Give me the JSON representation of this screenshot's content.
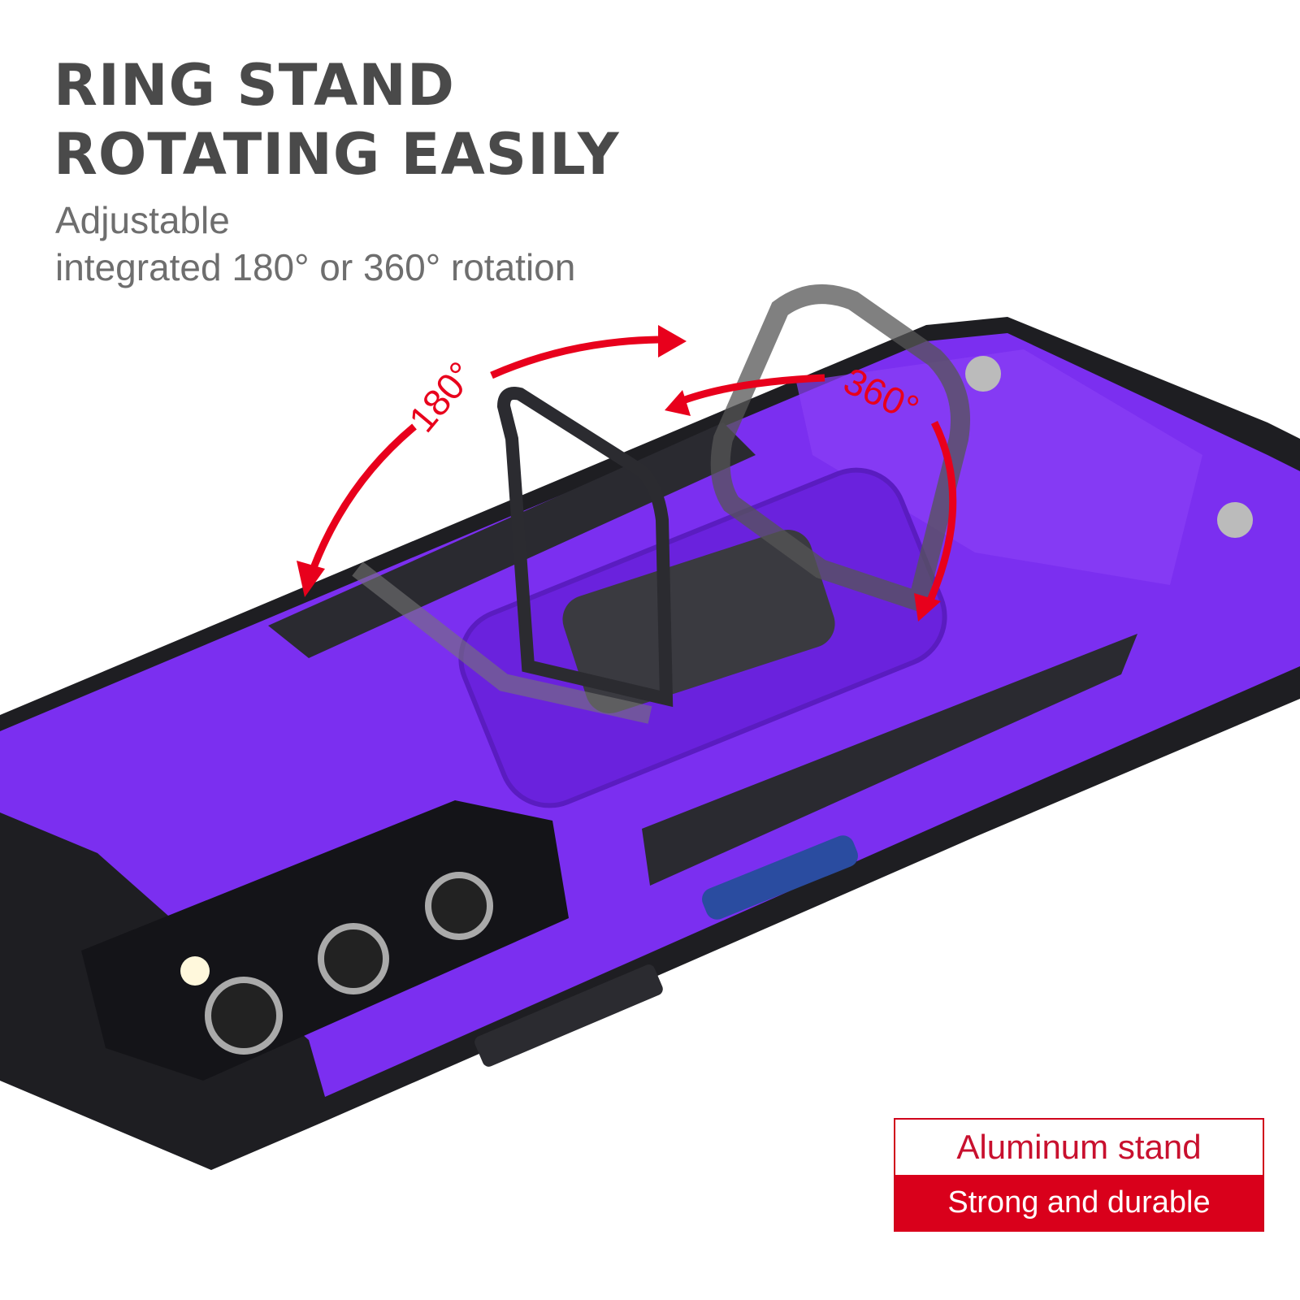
{
  "heading": {
    "line1": "RING STAND",
    "line2": "ROTATING EASILY"
  },
  "subtitle": {
    "line1": "Adjustable",
    "line2": "integrated 180° or 360° rotation"
  },
  "annotations": {
    "angle_a": "180°",
    "angle_b": "360°"
  },
  "badge": {
    "top": "Aluminum stand",
    "bottom": "Strong and durable"
  },
  "colors": {
    "case_purple": "#7b2ff0",
    "frame_black": "#1e1e22",
    "accent_red": "#e8001c",
    "heading_gray": "#4a4a4a"
  },
  "product": {
    "button_plus": "+",
    "button_minus": "−"
  }
}
